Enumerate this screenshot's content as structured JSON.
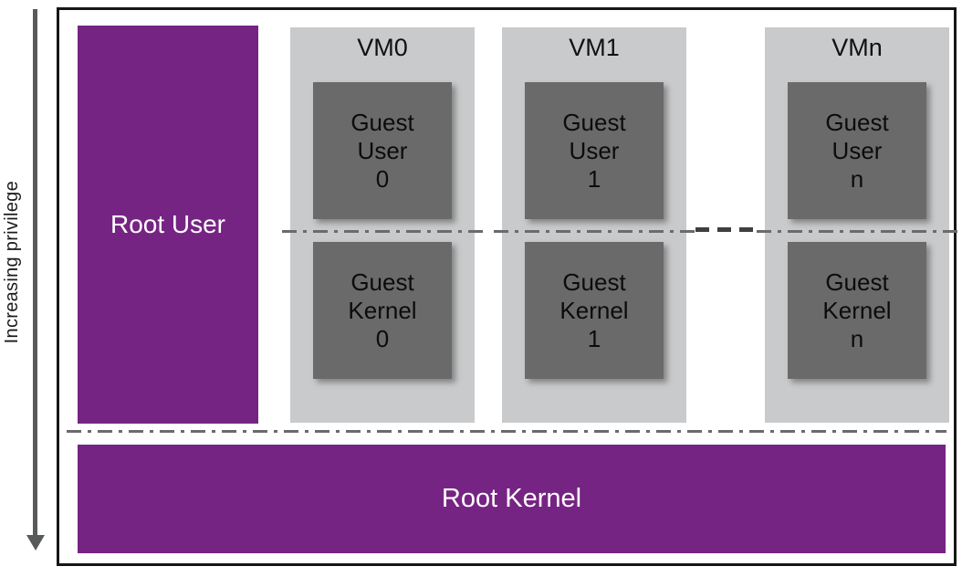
{
  "figure": {
    "description": "Virtualization privilege-level diagram"
  },
  "privilege_axis": {
    "label": "Increasing privilege",
    "direction": "down"
  },
  "root_user": {
    "label": "Root User"
  },
  "root_kernel": {
    "label": "Root Kernel"
  },
  "vms": [
    {
      "label": "VM0",
      "guest_user": "Guest\nUser\n0",
      "guest_kernel": "Guest\nKernel\n0"
    },
    {
      "label": "VM1",
      "guest_user": "Guest\nUser\n1",
      "guest_kernel": "Guest\nKernel\n1"
    },
    {
      "label": "VMn",
      "guest_user": "Guest\nUser\nn",
      "guest_kernel": "Guest\nKernel\nn"
    }
  ],
  "colors": {
    "root_purple": "#762483",
    "vm_panel_gray": "#C9CACB",
    "guest_box_gray": "#6A6A6A",
    "arrow_gray": "#58595B",
    "border_black": "#161616"
  }
}
